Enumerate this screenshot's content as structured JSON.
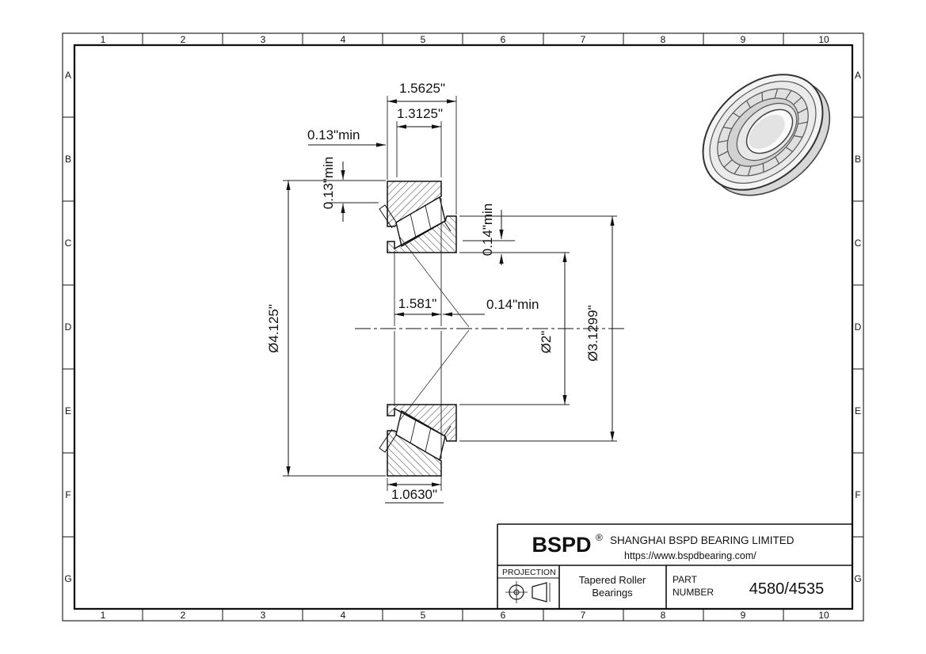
{
  "sheet": {
    "grid_columns": [
      "1",
      "2",
      "3",
      "4",
      "5",
      "6",
      "7",
      "8",
      "9",
      "10"
    ],
    "grid_rows": [
      "A",
      "B",
      "C",
      "D",
      "E",
      "F",
      "G"
    ]
  },
  "dimensions": {
    "overall_width": "1.5625\"",
    "step_width": "1.3125\"",
    "left_clearance_horizontal": "0.13\"min",
    "left_clearance_vertical": "0.13\"min",
    "outer_diameter": "Ø4.125\"",
    "assembled_width": "1.581\"",
    "right_clearance_vertical": "0.14\"min",
    "right_clearance_horizontal": "0.14\"min",
    "bore_diameter": "Ø2\"",
    "cup_back_diameter": "Ø3.1299\"",
    "cup_width": "1.0630\""
  },
  "title_block": {
    "brand": "BSPD",
    "registered_mark": "®",
    "company_name": "SHANGHAI BSPD BEARING LIMITED",
    "website": "https://www.bspdbearing.com/",
    "projection_label": "PROJECTION",
    "product_line1": "Tapered Roller",
    "product_line2": "Bearings",
    "part_number_label_line1": "PART",
    "part_number_label_line2": "NUMBER",
    "part_number": "4580/4535"
  }
}
